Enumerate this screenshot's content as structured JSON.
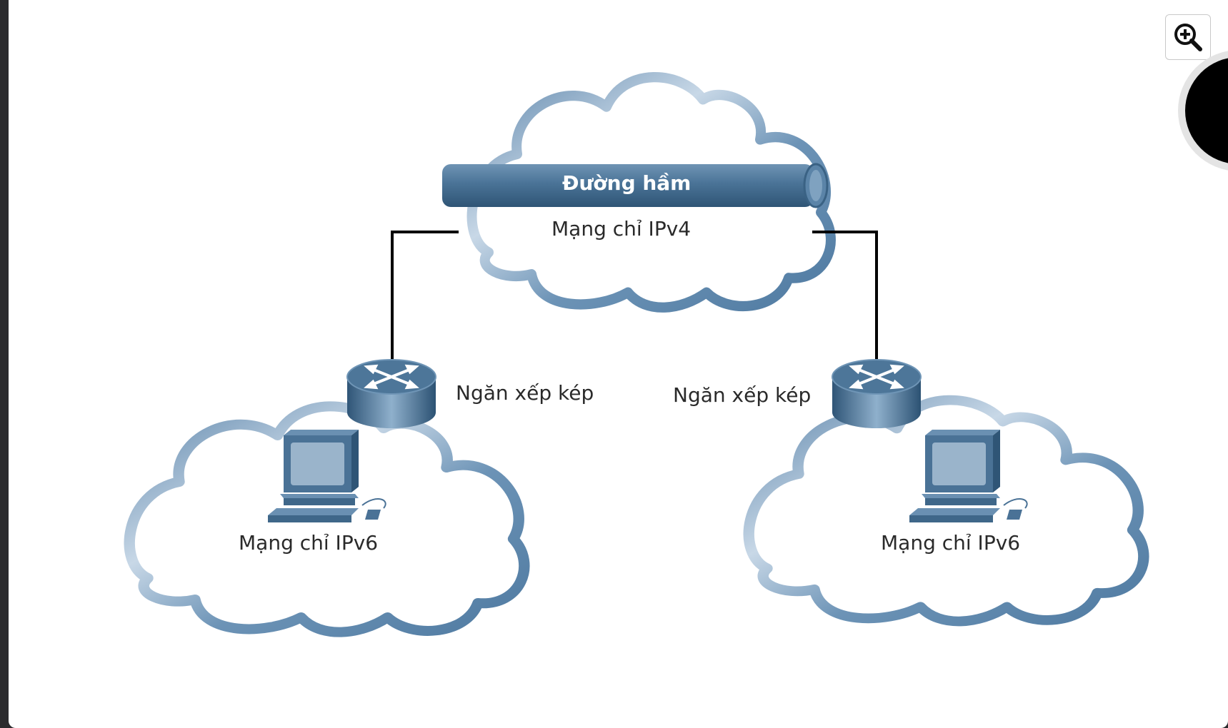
{
  "diagram": {
    "tunnel_label": "Đường hầm",
    "ipv4_cloud_label": "Mạng chỉ IPv4",
    "left_router_label": "Ngăn xếp kép",
    "right_router_label": "Ngăn xếp kép",
    "left_ipv6_label": "Mạng chỉ IPv6",
    "right_ipv6_label": "Mạng chỉ IPv6"
  },
  "colors": {
    "cloud_stroke": "#5d86ab",
    "cloud_highlight": "#c5d6e5",
    "device": "#4a7296",
    "device_dark": "#2e4f6e",
    "link": "#000000"
  },
  "icons": {
    "zoom": "zoom-in-icon",
    "router": "router-icon",
    "computer": "desktop-computer-icon"
  }
}
